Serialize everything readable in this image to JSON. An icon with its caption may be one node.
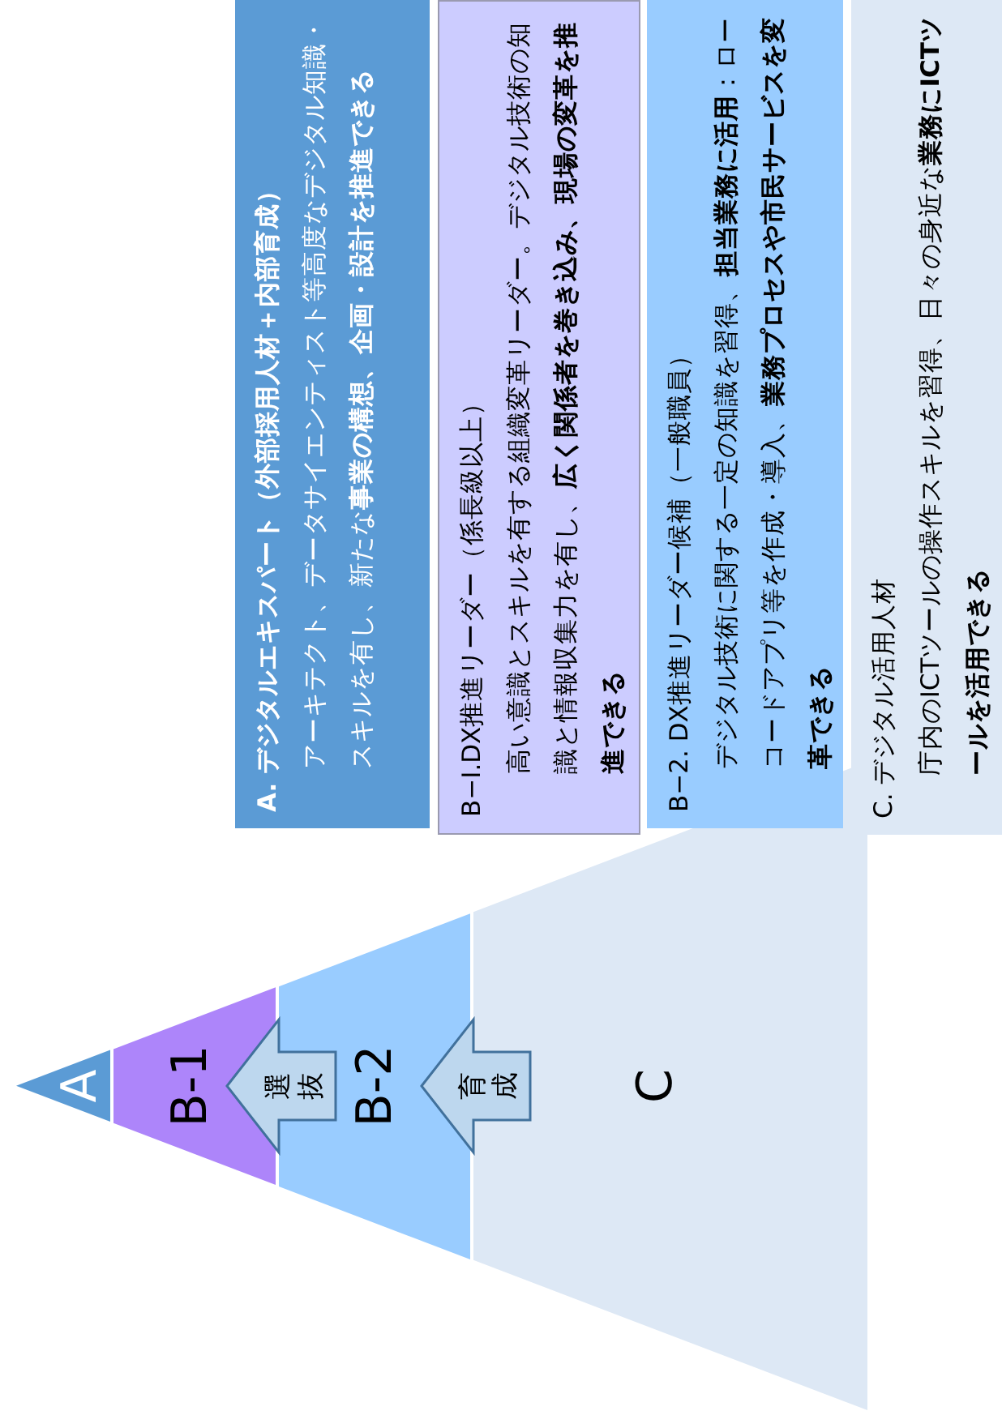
{
  "diagram": {
    "nodes": [
      {
        "text": [
          "A"
        ]
      },
      {
        "text": [
          "B-1"
        ]
      },
      {
        "text": [
          "B-2"
        ]
      },
      {
        "text": [
          "C"
        ]
      },
      {
        "text": [
          "A. デジタルエキスパート（外部採用人材＋内部育成）",
          "アーキテクト、データサイエンティスト等高度なデジタル知識・スキルを有し、新たな**事業の構想、企画・設計を推進できる**"
        ]
      },
      {
        "text": [
          "B−Ⅰ.DX推進リーダー（係長級以上）",
          "高い意識とスキルを有する組織変革リーダー。デジタル技術の知識と情報収集力を有し、**広く関係者を巻き込み、現場の変革を推進できる**"
        ]
      },
      {
        "text": [
          "B−2. DX推進リーダー候補（一般職員）",
          "デジタル技術に関する一定の知識を習得、**担当業務に活用**：ローコードアプリ等を作成・導入、**業務プロセスや市民サービスを変革できる**"
        ]
      },
      {
        "text": [
          "C. デジタル活用人材",
          "庁内のICTツールの操作スキルを習得、日々の身近な**業務にICTツールを活用できる**"
        ]
      }
    ],
    "edges": [
      {
        "from": 2,
        "to": 1,
        "arrow": "to",
        "label": "選抜"
      },
      {
        "from": 3,
        "to": 2,
        "arrow": "to",
        "label": "育成"
      }
    ]
  }
}
